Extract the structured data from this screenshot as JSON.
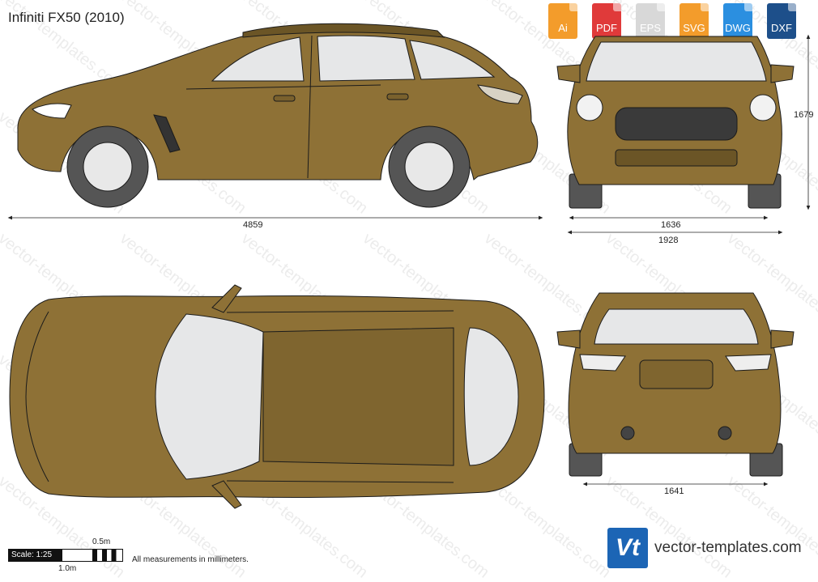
{
  "title": "Infiniti FX50 (2010)",
  "formats": [
    {
      "label": "Ai",
      "color": "#f39c2b",
      "icon": "ai-file-icon"
    },
    {
      "label": "PDF",
      "color": "#e03a3a",
      "icon": "pdf-file-icon"
    },
    {
      "label": "EPS",
      "color": "#d8d8d8",
      "icon": "eps-file-icon"
    },
    {
      "label": "SVG",
      "color": "#f39c2b",
      "icon": "svg-file-icon"
    },
    {
      "label": "DWG",
      "color": "#2b8fe0",
      "icon": "dwg-file-icon"
    },
    {
      "label": "DXF",
      "color": "#1d4f8a",
      "icon": "dxf-file-icon"
    }
  ],
  "dimensions": {
    "length": "4859",
    "height": "1679",
    "front_track": "1636",
    "width": "1928",
    "rear_track": "1641"
  },
  "scale": {
    "label": "Scale: 1:25",
    "half_meter": "0.5m",
    "one_meter": "1.0m"
  },
  "note": "All measurements in millimeters.",
  "watermark": "vector-templates.com",
  "brand": {
    "logo": "Vt",
    "site": "vector-templates.com"
  },
  "colors": {
    "body": "#8e7136",
    "glass": "#e6e7e8",
    "outline": "#1b1b1b",
    "tire": "#555555"
  }
}
